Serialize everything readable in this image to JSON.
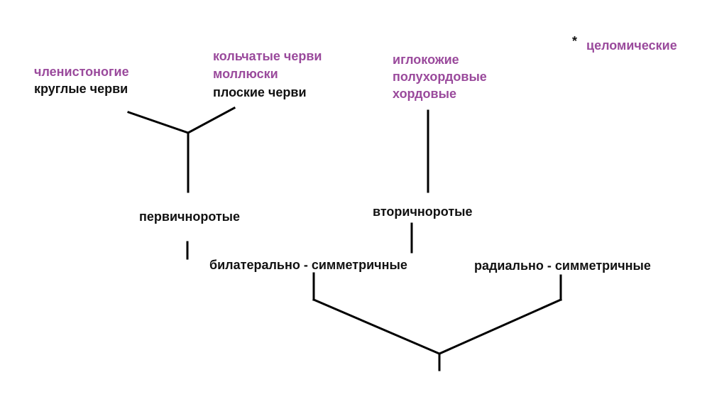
{
  "colors": {
    "coelomate": "#9a4a9c",
    "other": "#111111",
    "line": "#000000"
  },
  "legend": {
    "marker": "*",
    "label": "целомические"
  },
  "groups": {
    "protostome_top_left": [
      "членистоногие",
      "круглые черви"
    ],
    "protostome_top_right": [
      "кольчатые черви",
      "моллюски",
      "плоские черви"
    ],
    "deuterostome_top": [
      "иглокожие",
      "полухордовые",
      "хордовые"
    ]
  },
  "nodes": {
    "protostomes": "первичноротые",
    "deuterostomes": "вторичноротые",
    "bilateral": "билатерально - симметричные",
    "radial": "радиально - симметричные"
  }
}
